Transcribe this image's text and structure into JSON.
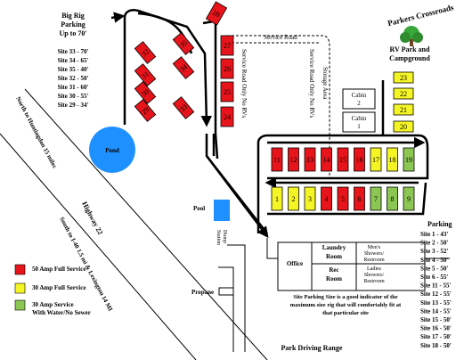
{
  "title": {
    "line1": "Parkers Crossroads",
    "line2": "RV Park and",
    "line3": "Campground"
  },
  "big_rig": {
    "heading1": "Big Rig",
    "heading2": "Parking",
    "heading3": "Up to 70'",
    "lines": [
      "Site 33 - 70'",
      "Site 34 - 65'",
      "Site 35 - 40'",
      "Site 32 - 50'",
      "Site 31 - 60'",
      "Site 30 - 55'",
      "Site 29 - 34'"
    ]
  },
  "parking": {
    "heading": "Parking",
    "lines": [
      "Site  1 - 43'",
      "Site  2 - 50'",
      "Site  3 - 52'",
      "Site  4 - 50'",
      "Site  5 - 50'",
      "Site  6 - 55'",
      "Site 11 - 55'",
      "Site 12 - 55'",
      "Site 13 - 55'",
      "Site 14 - 55'",
      "Site 15 - 50'",
      "Site 16 - 50'",
      "Site 17 - 50'",
      "Site 18 - 50'"
    ]
  },
  "legend": [
    {
      "label": "50 Amp Full Service",
      "color": "#e8141b"
    },
    {
      "label": "30 Amp Full Service",
      "color": "#f5f526"
    },
    {
      "label": "30 Amp Service",
      "label2": "With Water/No Sewer",
      "color": "#8cc653"
    }
  ],
  "labels": {
    "service_road": "Service Road",
    "service_only_1": "Service Road Only No RVs",
    "service_only_2": "Service Road Only No RVs",
    "storage_area": "Storage Area",
    "cabin1a": "Cabin",
    "cabin1b": "1",
    "cabin2a": "Cabin",
    "cabin2b": "2",
    "pond": "Pond",
    "pool": "Pool",
    "dump1": "Dump",
    "dump2": "Station",
    "propane": "Propane",
    "office": "Office",
    "laundry1": "Laundry",
    "laundry2": "Room",
    "recroom1": "Rec",
    "recroom2": "Room",
    "mens1": "Men's",
    "mens2": "Showers/",
    "mens3": "Restroom",
    "ladies1": "Ladies",
    "ladies2": "Showers/",
    "ladies3": "Restroom",
    "north_huntingdon": "North to Huntingdon 15 miles",
    "highway": "Highway 22",
    "south": "South to I-40 1.5 mi & Lexington 14 MI",
    "size_note1": "Site Parking Size is a good  indicator of the",
    "size_note2": "maximum size rig that will comfortably fit at",
    "size_note3": "that particular site",
    "driving_range": "Park Driving Range"
  },
  "sites": {
    "big_rig": [
      "29",
      "30",
      "31",
      "32",
      "33",
      "34",
      "35"
    ],
    "right_column": [
      "28",
      "27",
      "26",
      "25",
      "24"
    ],
    "far_right": [
      "23",
      "22",
      "21",
      "20"
    ],
    "top_row": [
      "11",
      "12",
      "13",
      "14",
      "15",
      "16",
      "17",
      "18",
      "19"
    ],
    "bottom_row": [
      "1",
      "2",
      "3",
      "4",
      "5",
      "6",
      "7",
      "8",
      "9"
    ]
  },
  "colors": {
    "red": "#e8141b",
    "yellow": "#f5f526",
    "green": "#8cc653",
    "pond": "#1e90ff",
    "pool": "#1e90ff"
  }
}
